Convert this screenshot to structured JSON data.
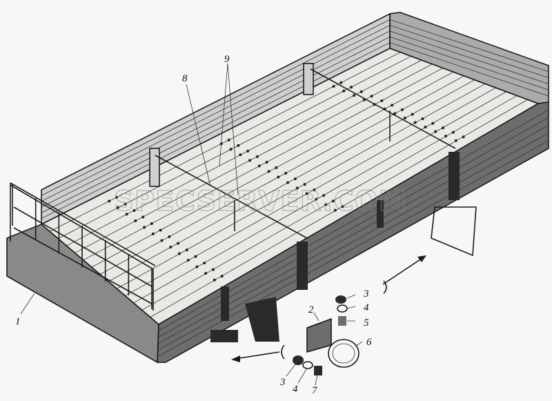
{
  "watermark": "SPECSERVER.COM",
  "callouts": [
    {
      "id": "label-1",
      "text": "1"
    },
    {
      "id": "label-2",
      "text": "2"
    },
    {
      "id": "label-3a",
      "text": "3"
    },
    {
      "id": "label-4a",
      "text": "4"
    },
    {
      "id": "label-5",
      "text": "5"
    },
    {
      "id": "label-6",
      "text": "6"
    },
    {
      "id": "label-3b",
      "text": "3"
    },
    {
      "id": "label-4b",
      "text": "4"
    },
    {
      "id": "label-7",
      "text": "7"
    },
    {
      "id": "label-8",
      "text": "8"
    },
    {
      "id": "label-9",
      "text": "9"
    }
  ]
}
